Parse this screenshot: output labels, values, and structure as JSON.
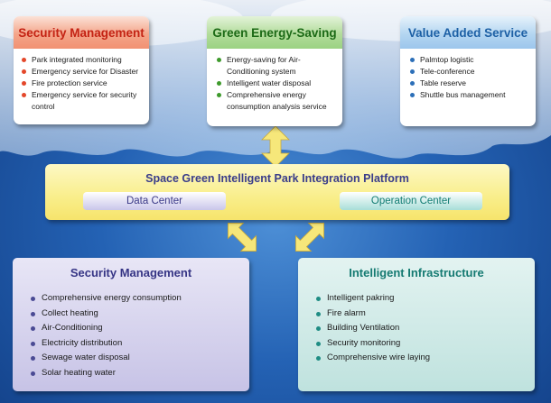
{
  "top_boxes": [
    {
      "title": "Security Management",
      "items": [
        "Park integrated monitoring",
        "Emergency service for Disaster",
        "Fire protection service",
        "Emergency service for security control"
      ]
    },
    {
      "title": "Green Energy-Saving",
      "items": [
        "Energy-saving for Air-Conditioning system",
        "Intelligent water disposal",
        "Comprehensive energy consumption analysis service"
      ]
    },
    {
      "title": "Value Added Service",
      "items": [
        "Palmtop logistic",
        "Tele-conference",
        "Table reserve",
        "Shuttle bus management"
      ]
    }
  ],
  "platform": {
    "title": "Space Green Intelligent Park Integration Platform",
    "left_center": "Data Center",
    "right_center": "Operation Center"
  },
  "bottom_boxes": [
    {
      "title": "Security Management",
      "items": [
        "Comprehensive energy consumption",
        "Collect heating",
        "Air-Conditioning",
        "Electricity distribution",
        "Sewage water disposal",
        "Solar heating water"
      ]
    },
    {
      "title": "Intelligent Infrastructure",
      "items": [
        "Intelligent pakring",
        "Fire alarm",
        "Building Ventilation",
        "Security monitoring",
        "Comprehensive wire laying"
      ]
    }
  ],
  "colors": {
    "arrow": "#f6e77a",
    "background": "#2462b4"
  }
}
